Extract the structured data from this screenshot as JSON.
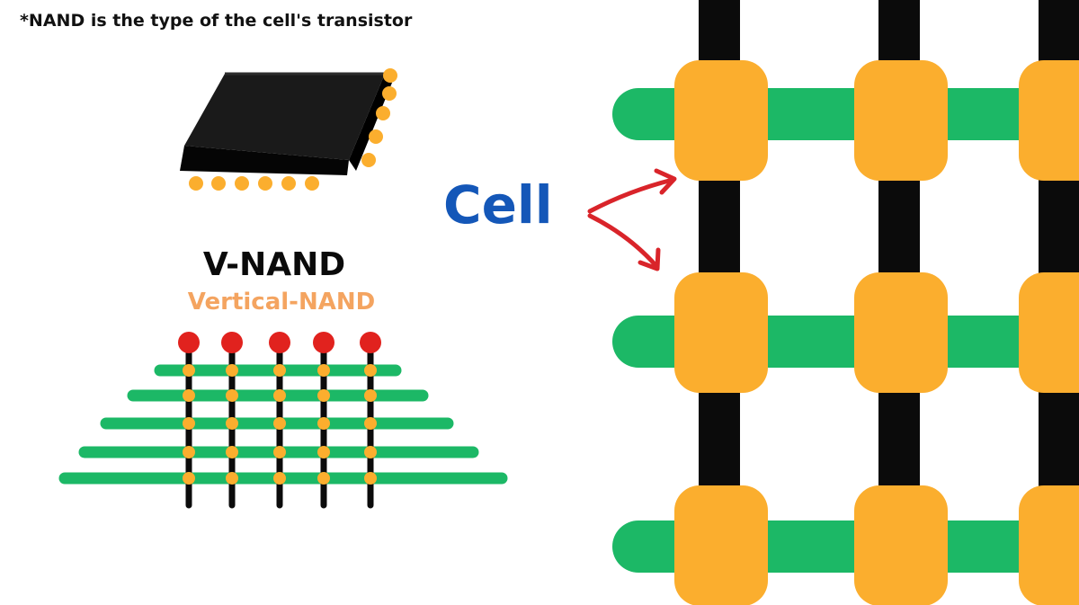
{
  "footnote": "*NAND is the type of the cell's transistor",
  "vnand": {
    "title": "V-NAND",
    "subtitle": "Vertical-NAND"
  },
  "cell_label": "Cell",
  "colors": {
    "wire_green": "#1cb866",
    "cell_orange": "#fbae2e",
    "pillar_black": "#0b0b0b",
    "node_red": "#e1221e",
    "arrow_red": "#d9242a",
    "cell_text_blue": "#1457b8",
    "subtitle_orange": "#f4a460"
  },
  "icons": {
    "chip": "microchip-icon",
    "arrow": "curved-arrow-icon"
  }
}
